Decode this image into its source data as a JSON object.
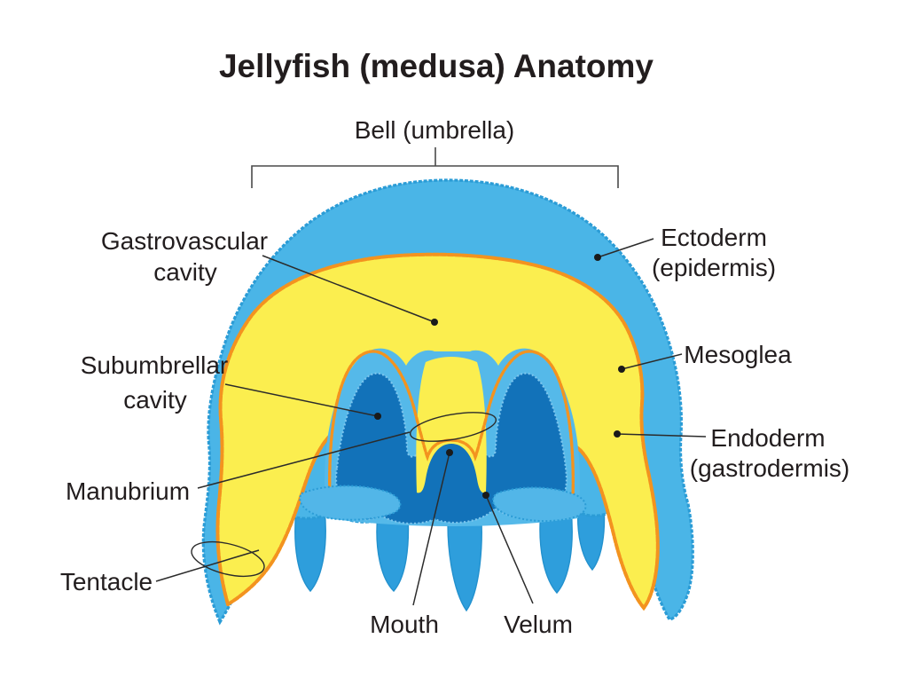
{
  "title": "Jellyfish (medusa) Anatomy",
  "labels": {
    "bell": "Bell (umbrella)",
    "gastrovascular_1": "Gastrovascular",
    "gastrovascular_2": "cavity",
    "subumbrellar_1": "Subumbrellar",
    "subumbrellar_2": "cavity",
    "manubrium": "Manubrium",
    "tentacle": "Tentacle",
    "mouth": "Mouth",
    "velum": "Velum",
    "ectoderm_1": "Ectoderm",
    "ectoderm_2": "(epidermis)",
    "mesoglea": "Mesoglea",
    "endoderm_1": "Endoderm",
    "endoderm_2": "(gastrodermis)"
  },
  "colors": {
    "background": "#FFFFFF",
    "bell_fill": "#4AB5E7",
    "bell_stroke": "#2B9CD6",
    "gastrovascular_yellow": "#FBEE4F",
    "endoderm_orange": "#F3931F",
    "subumbrellar_dark_blue": "#1272B9",
    "oral_frill_blue": "#2E9EDC",
    "wall_light_blue": "#55B9E9",
    "text": "#221D1E"
  }
}
